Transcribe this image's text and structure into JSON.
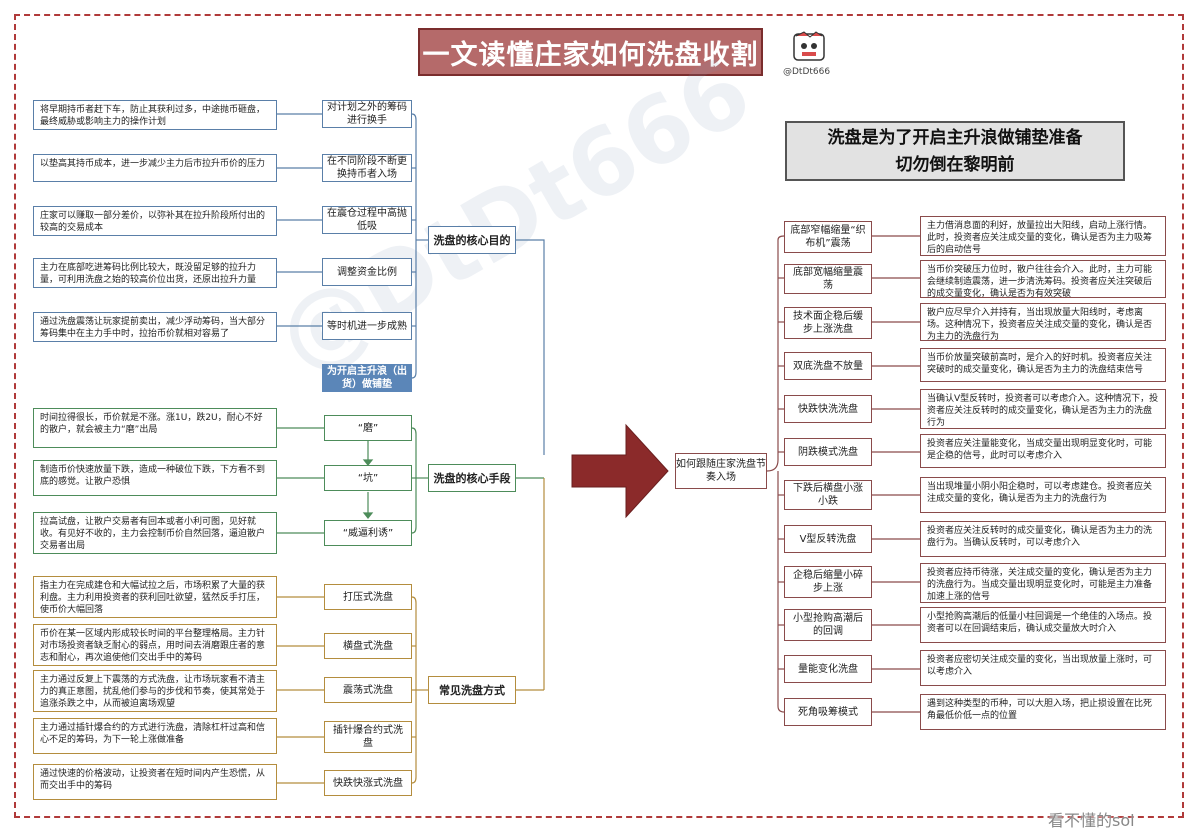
{
  "title": "一文读懂庄家如何洗盘收割",
  "author_handle": "@DtDt666",
  "callout": {
    "line1": "洗盘是为了开启主升浪做铺垫准备",
    "line2": "切勿倒在黎明前"
  },
  "watermark": "@DtDt666",
  "footer_mark": "看不懂的sol",
  "center_node": "如何跟随庄家洗盘节奏入场",
  "colors": {
    "frame": "#b03a3a",
    "title_bg": "#b56a6a",
    "arrow": "#8b2a2a",
    "blue": "#5a7fa8",
    "green": "#4d8c5a",
    "gold": "#b48d3e",
    "maroon": "#8a4b4b",
    "highlight": "#5b86b8"
  },
  "categories": {
    "purpose": "洗盘的核心目的",
    "means": "洗盘的核心手段",
    "methods": "常见洗盘方式"
  },
  "purpose_items": [
    {
      "label": "对计划之外的筹码进行换手",
      "desc": "将早期持币者赶下车，防止其获利过多，中途抛币砸盘，最终威胁或影响主力的操作计划"
    },
    {
      "label": "在不同阶段不断更换持币者入场",
      "desc": "以垫高其持币成本，进一步减少主力后市拉升币价的压力"
    },
    {
      "label": "在震仓过程中高抛低吸",
      "desc": "庄家可以赚取一部分差价，以弥补其在拉升阶段所付出的较高的交易成本"
    },
    {
      "label": "调整资金比例",
      "desc": "主力在底部吃进筹码比例比较大，既没留足够的拉升力量，可利用洗盘之始的较高价位出货，还原出拉升力量"
    },
    {
      "label": "等时机进一步成熟",
      "desc": "通过洗盘震荡让玩家提前卖出，减少浮动筹码，当大部分筹码集中在主力手中时，拉抬币价就相对容易了"
    }
  ],
  "purpose_highlight": "为开启主升浪（出货）做铺垫",
  "means_items": [
    {
      "label": "“磨”",
      "desc": "时间拉得很长，币价就是不涨。涨1U，跌2U，耐心不好的散户，就会被主力“磨”出局"
    },
    {
      "label": "“坑”",
      "desc": "制造币价快速放量下跌，造成一种破位下跌，下方看不到底的感觉。让散户恐惧"
    },
    {
      "label": "“威逼利诱”",
      "desc": "拉高试盘，让散户交易者有回本或者小利可图，见好就收。有见好不收的，主力会控制币价自然回落，逼迫散户交易者出局"
    }
  ],
  "method_items": [
    {
      "label": "打压式洗盘",
      "desc": "指主力在完成建仓和大幅试拉之后，市场积累了大量的获利盘。主力利用投资者的获利回吐欲望，猛然反手打压，使币价大幅回落"
    },
    {
      "label": "横盘式洗盘",
      "desc": "币价在某一区域内形成较长时间的平台整理格局。主力针对市场投资者缺乏耐心的弱点，用时间去消磨跟庄者的意志和耐心，再次追使他们交出手中的筹码"
    },
    {
      "label": "震荡式洗盘",
      "desc": "主力通过反复上下震荡的方式洗盘，让市场玩家看不清主力的真正意图，扰乱他们参与的步伐和节奏，使其常处于追涨杀跌之中，从而被迫离场观望"
    },
    {
      "label": "插针爆合约式洗盘",
      "desc": "主力通过插针爆合约的方式进行洗盘，清除杠杆过高和信心不足的筹码，为下一轮上涨做准备"
    },
    {
      "label": "快跌快涨式洗盘",
      "desc": "通过快速的价格波动，让投资者在短时间内产生恐慌，从而交出手中的筹码"
    }
  ],
  "entry_items": [
    {
      "label": "底部窄幅缩量“织布机”震荡",
      "desc": "主力借消息面的利好，放量拉出大阳线，启动上涨行情。此时，投资者应关注成交量的变化，确认是否为主力吸筹后的启动信号"
    },
    {
      "label": "底部宽幅缩量震荡",
      "desc": "当币价突破压力位时，散户往往会介入。此时，主力可能会继续制造震荡，进一步清洗筹码。投资者应关注突破后的成交量变化，确认是否为有效突破"
    },
    {
      "label": "技术面企稳后缓步上涨洗盘",
      "desc": "散户应尽早介入并持有，当出现放量大阳线时，考虑离场。这种情况下，投资者应关注成交量的变化，确认是否为主力的洗盘行为"
    },
    {
      "label": "双底洗盘不放量",
      "desc": "当币价放量突破前高时，是介入的好时机。投资者应关注突破时的成交量变化，确认是否为主力的洗盘结束信号"
    },
    {
      "label": "快跌快洗洗盘",
      "desc": "当确认V型反转时，投资者可以考虑介入。这种情况下，投资者应关注反转时的成交量变化，确认是否为主力的洗盘行为"
    },
    {
      "label": "阴跌模式洗盘",
      "desc": "投资者应关注量能变化，当成交量出现明显变化时，可能是企稳的信号，此时可以考虑介入"
    },
    {
      "label": "下跌后横盘小涨小跌",
      "desc": "当出现堆量小阴小阳企稳时，可以考虑建仓。投资者应关注成交量的变化，确认是否为主力的洗盘行为"
    },
    {
      "label": "V型反转洗盘",
      "desc": "投资者应关注反转时的成交量变化，确认是否为主力的洗盘行为。当确认反转时，可以考虑介入"
    },
    {
      "label": "企稳后缩量小碎步上涨",
      "desc": "投资者应持币待涨，关注成交量的变化，确认是否为主力的洗盘行为。当成交量出现明显变化时，可能是主力准备加速上涨的信号"
    },
    {
      "label": "小型抢购高潮后的回调",
      "desc": "小型抢购高潮后的低量小柱回调是一个绝佳的入场点。投资者可以在回调结束后，确认成交量放大时介入"
    },
    {
      "label": "量能变化洗盘",
      "desc": "投资者应密切关注成交量的变化，当出现放量上涨时，可以考虑介入"
    },
    {
      "label": "死角吸筹模式",
      "desc": "遇到这种类型的币种，可以大胆入场，把止损设置在比死角最低价低一点的位置"
    }
  ]
}
